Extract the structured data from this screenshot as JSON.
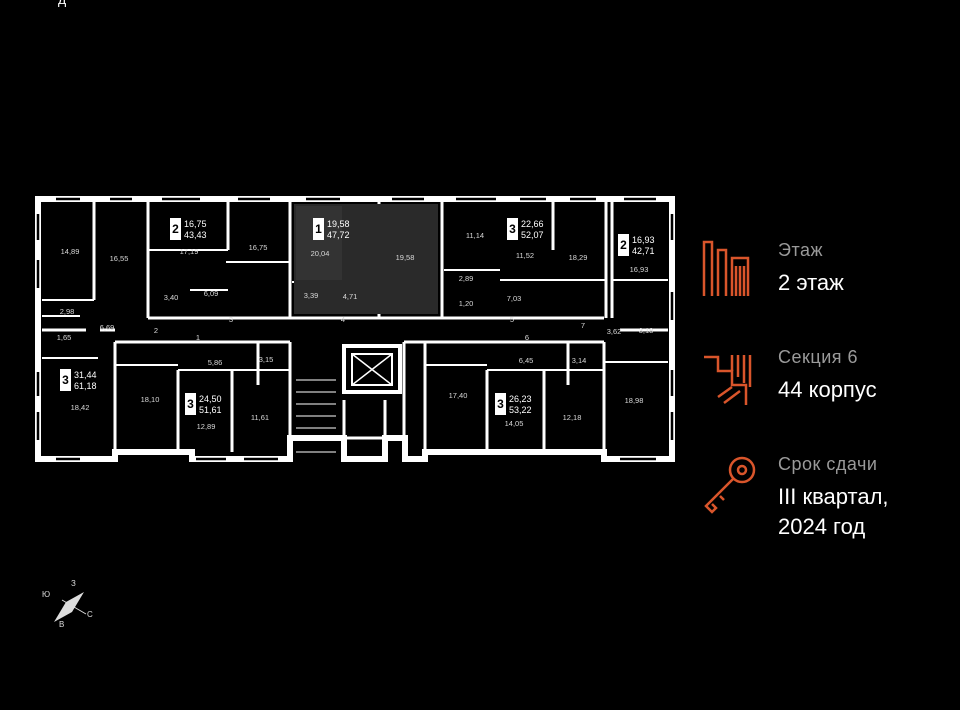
{
  "header_fragment": "д",
  "info": {
    "floor_label": "Этаж",
    "floor_value": "2 этаж",
    "section_label": "Секция 6",
    "building_value": "44 корпус",
    "deadline_label": "Срок сдачи",
    "deadline_value_line1": "III квартал,",
    "deadline_value_line2": "2024 год",
    "accent_color": "#d9552b"
  },
  "compass": {
    "west": "З",
    "south": "Ю",
    "east": "В",
    "north": "С"
  },
  "apartments": [
    {
      "rooms": "2",
      "living": "16,75",
      "total": "43,43",
      "dark": false
    },
    {
      "rooms": "1",
      "living": "19,58",
      "total": "47,72",
      "dark": true
    },
    {
      "rooms": "3",
      "living": "22,66",
      "total": "52,07",
      "dark": false
    },
    {
      "rooms": "2",
      "living": "16,93",
      "total": "42,71",
      "dark": false
    },
    {
      "rooms": "3",
      "living": "31,44",
      "total": "61,18",
      "dark": false
    },
    {
      "rooms": "3",
      "living": "24,50",
      "total": "51,61",
      "dark": false
    },
    {
      "rooms": "3",
      "living": "26,23",
      "total": "53,22",
      "dark": false
    }
  ],
  "room_areas": [
    "14,89",
    "16,55",
    "2,98",
    "1,65",
    "6,69",
    "17,19",
    "16,75",
    "3,40",
    "6,09",
    "20,04",
    "19,58",
    "3,39",
    "4,71",
    "11,14",
    "11,52",
    "18,29",
    "2,89",
    "1,20",
    "7,03",
    "16,93",
    "3,62",
    "3,18",
    "18,42",
    "5,86",
    "3,15",
    "18,10",
    "12,89",
    "11,61",
    "6,45",
    "3,14",
    "17,40",
    "14,05",
    "12,18",
    "18,98"
  ],
  "door_markers": [
    "1",
    "2",
    "3",
    "4",
    "5",
    "6",
    "7"
  ]
}
